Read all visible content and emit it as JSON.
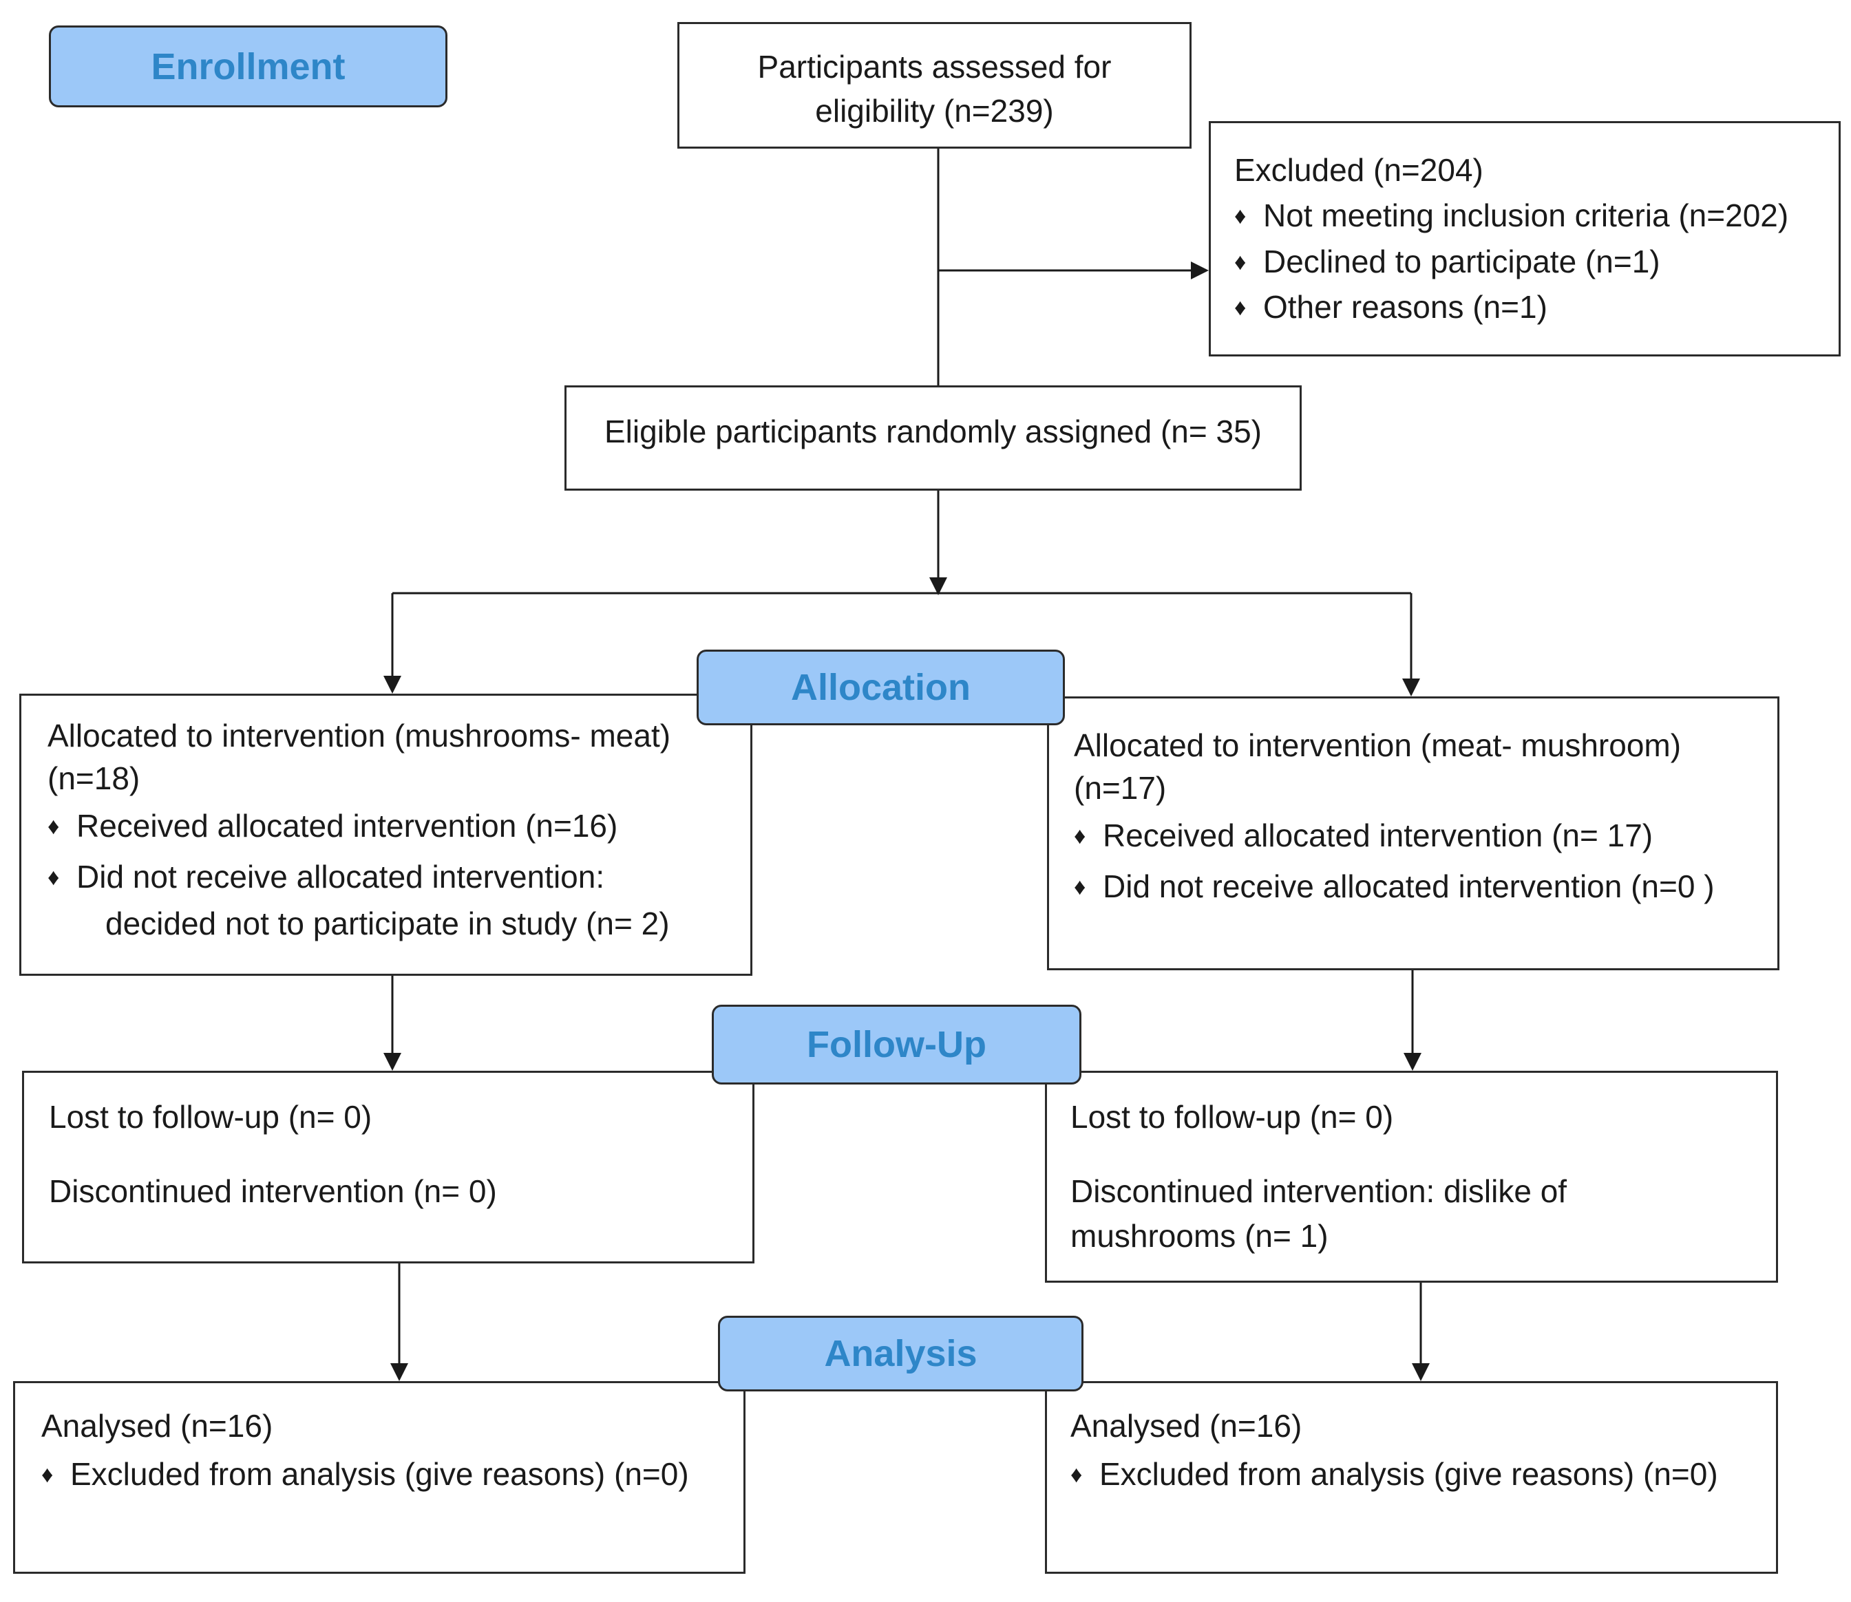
{
  "stages": {
    "enrollment": "Enrollment",
    "allocation": "Allocation",
    "follow_up": "Follow-Up",
    "analysis": "Analysis"
  },
  "assessed": {
    "line1": "Participants assessed for",
    "line2": "eligibility (n=239)"
  },
  "excluded": {
    "title": "Excluded (n=204)",
    "reasons": [
      "Not meeting inclusion criteria (n=202)",
      "Declined to participate (n=1)",
      "Other reasons (n=1)"
    ]
  },
  "randomized": "Eligible participants randomly assigned (n= 35)",
  "allocation_left": {
    "line1": "Allocated to intervention (mushrooms- meat)",
    "line2": "(n=18)",
    "received": "Received allocated intervention (n=16)",
    "not_received": "Did not receive allocated intervention:",
    "not_received_reason": "decided not to participate in study (n= 2)"
  },
  "allocation_right": {
    "line1": "Allocated to intervention (meat- mushroom)",
    "line2": "(n=17)",
    "received": "Received allocated intervention (n= 17)",
    "not_received": "Did not receive allocated intervention (n=0 )"
  },
  "followup_left": {
    "lost": "Lost to follow-up (n= 0)",
    "discontinued": "Discontinued intervention (n= 0)"
  },
  "followup_right": {
    "lost": "Lost to follow-up (n= 0)",
    "discontinued_line1": "Discontinued intervention: dislike of",
    "discontinued_line2": "mushrooms (n= 1)"
  },
  "analysis_left": {
    "analysed": "Analysed (n=16)",
    "excluded": "Excluded from analysis (give reasons) (n=0)"
  },
  "analysis_right": {
    "analysed": "Analysed (n=16)",
    "excluded": "Excluded from analysis (give reasons) (n=0)"
  },
  "bullet_glyph": "♦"
}
